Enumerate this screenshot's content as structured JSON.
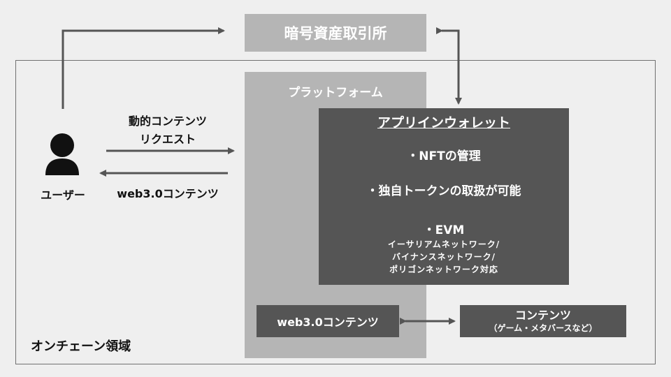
{
  "exchange": {
    "label": "暗号資産取引所"
  },
  "platform": {
    "label": "プラットフォーム"
  },
  "wallet": {
    "title": "アプリインウォレット",
    "items": [
      "・NFTの管理",
      "・独自トークンの取扱が可能",
      "・EVM"
    ],
    "networks": [
      "イーサリアムネットワーク/",
      "バイナンスネットワーク/",
      "ポリゴンネットワーク対応"
    ]
  },
  "user": {
    "label": "ユーザー"
  },
  "flows": {
    "request_line1": "動的コンテンツ",
    "request_line2": "リクエスト",
    "response": "web3.0コンテンツ"
  },
  "web3_content": {
    "label": "web3.0コンテンツ"
  },
  "contents": {
    "title": "コンテンツ",
    "subtitle": "（ゲーム・メタバースなど）"
  },
  "onchain": {
    "label": "オンチェーン領域"
  },
  "colors": {
    "background": "#efefef",
    "light_box": "#b5b5b5",
    "dark_box": "#555555",
    "arrow": "#555555"
  }
}
